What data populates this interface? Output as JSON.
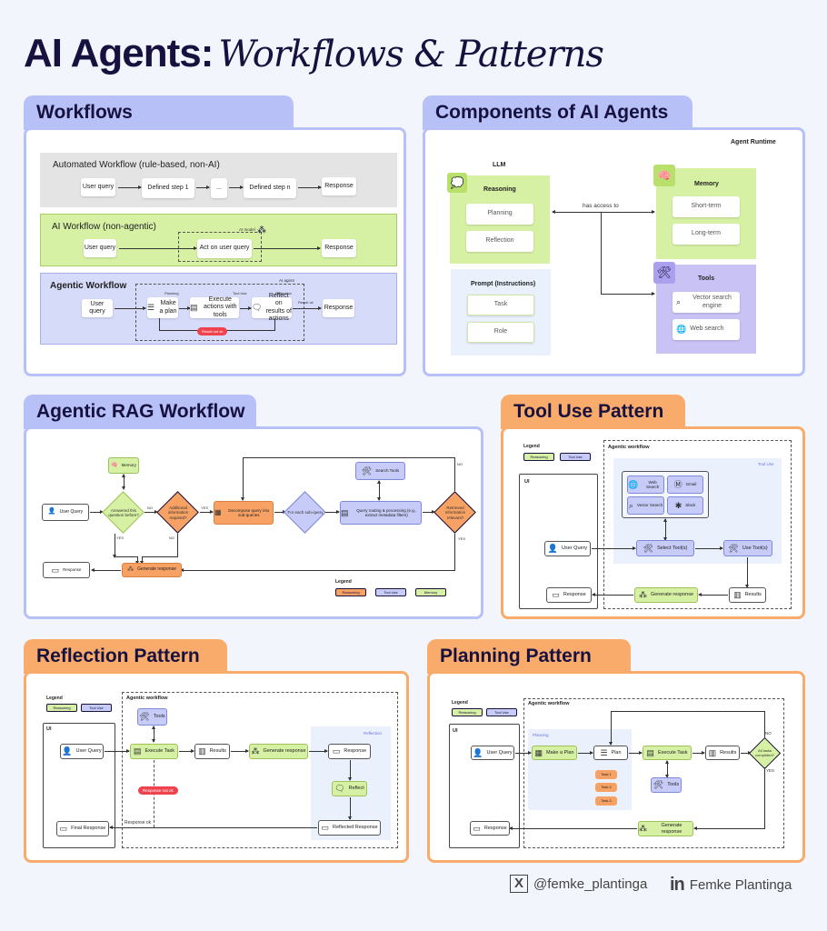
{
  "title": {
    "main": "AI Agents:",
    "italic": "Workflows & Patterns"
  },
  "colors": {
    "blue_tab": "#b7c1f7",
    "orange_tab": "#f9ab6b",
    "reasoning": "#d6f0a4",
    "tool_use": "#c6cbf7",
    "memory": "#d6f0a4",
    "rag_reasoning": "#f7a264",
    "alert": "#f0424e",
    "text": "#17113f"
  },
  "workflows": {
    "tab": "Workflows",
    "automated": {
      "title": "Automated Workflow (rule-based, non-AI)",
      "steps": [
        "User query",
        "Defined step 1",
        "...",
        "Defined step n",
        "Response"
      ]
    },
    "ai": {
      "title": "AI Workflow (non-agentic)",
      "steps": [
        "User query",
        "Act on user query",
        "Response"
      ],
      "model_label": "AI model"
    },
    "agentic": {
      "title": "Agentic Workflow",
      "agent_label": "AI agent",
      "steps": [
        "User query",
        "Make a plan",
        "Execute actions with tools",
        "Reflect on results of actions",
        "Response"
      ],
      "stage_labels": [
        "Planning",
        "Tool Use",
        "Reflection"
      ],
      "ok_label": "Result ok",
      "not_ok_label": "Result not ok"
    }
  },
  "components": {
    "tab": "Components of AI Agents",
    "runtime_label": "Agent Runtime",
    "llm_label": "LLM",
    "reasoning": {
      "title": "Reasoning",
      "items": [
        "Planning",
        "Reflection"
      ]
    },
    "prompt": {
      "title": "Prompt (Instructions)",
      "items": [
        "Task",
        "Role"
      ]
    },
    "access_label": "has access to",
    "memory": {
      "title": "Memory",
      "items": [
        "Short-term",
        "Long-term"
      ]
    },
    "tools": {
      "title": "Tools",
      "items": [
        "Vector search engine",
        "Web search"
      ]
    }
  },
  "rag": {
    "tab": "Agentic RAG Workflow",
    "user_query": "User Query",
    "memory": "Memory",
    "answered": "Answered this question before?",
    "additional": "Additional information required?",
    "decompose": "Decompose query into sub-queries",
    "for_each": "For each sub-query",
    "search_tools": "Search Tools",
    "routing": "Query routing & processing (e.g., extract metadata filters)",
    "relevant": "Retrieved information relevant?",
    "generate": "Generate response",
    "response": "Response",
    "yes": "YES",
    "no": "NO",
    "legend": {
      "title": "Legend",
      "items": [
        "Reasoning",
        "Tool Use",
        "Memory"
      ]
    }
  },
  "tool_use": {
    "tab": "Tool Use Pattern",
    "legend": {
      "title": "Legend",
      "items": [
        "Reasoning",
        "Tool Use"
      ]
    },
    "workflow_label": "Agentic workflow",
    "tooluse_label": "Tool Use",
    "ui_label": "UI",
    "tools": [
      "Web Search",
      "Gmail",
      "Vector Search",
      "Slack"
    ],
    "user_query": "User Query",
    "select": "Select Tool(s)",
    "use": "Use Tool(s)",
    "results": "Results",
    "generate": "Generate response",
    "response": "Response"
  },
  "reflection": {
    "tab": "Reflection Pattern",
    "legend": {
      "title": "Legend",
      "items": [
        "Reasoning",
        "Tool Use"
      ]
    },
    "workflow_label": "Agentic workflow",
    "reflection_label": "Reflection",
    "ui_label": "UI",
    "tools": "Tools",
    "user_query": "User Query",
    "execute": "Execute Task",
    "results": "Results",
    "generate": "Generate response",
    "response": "Response",
    "reflect": "Reflect",
    "reflected": "Reflected Response",
    "not_ok": "Response not ok",
    "ok": "Response ok",
    "final": "Final Response"
  },
  "planning": {
    "tab": "Planning Pattern",
    "legend": {
      "title": "Legend",
      "items": [
        "Reasoning",
        "Tool Use"
      ]
    },
    "workflow_label": "Agentic workflow",
    "planning_label": "Planning",
    "ui_label": "UI",
    "user_query": "User Query",
    "make_plan": "Make a Plan",
    "plan": "Plan",
    "tasks": [
      "Task 1",
      "Task 2",
      "Task 3"
    ],
    "execute": "Execute Task",
    "tools": "Tools",
    "results": "Results",
    "all_done": "All tasks completed?",
    "no": "NO",
    "yes": "YES",
    "generate": "Generate response",
    "response": "Response"
  },
  "footer": {
    "x_handle": "@femke_plantinga",
    "linkedin_name": "Femke Plantinga"
  }
}
